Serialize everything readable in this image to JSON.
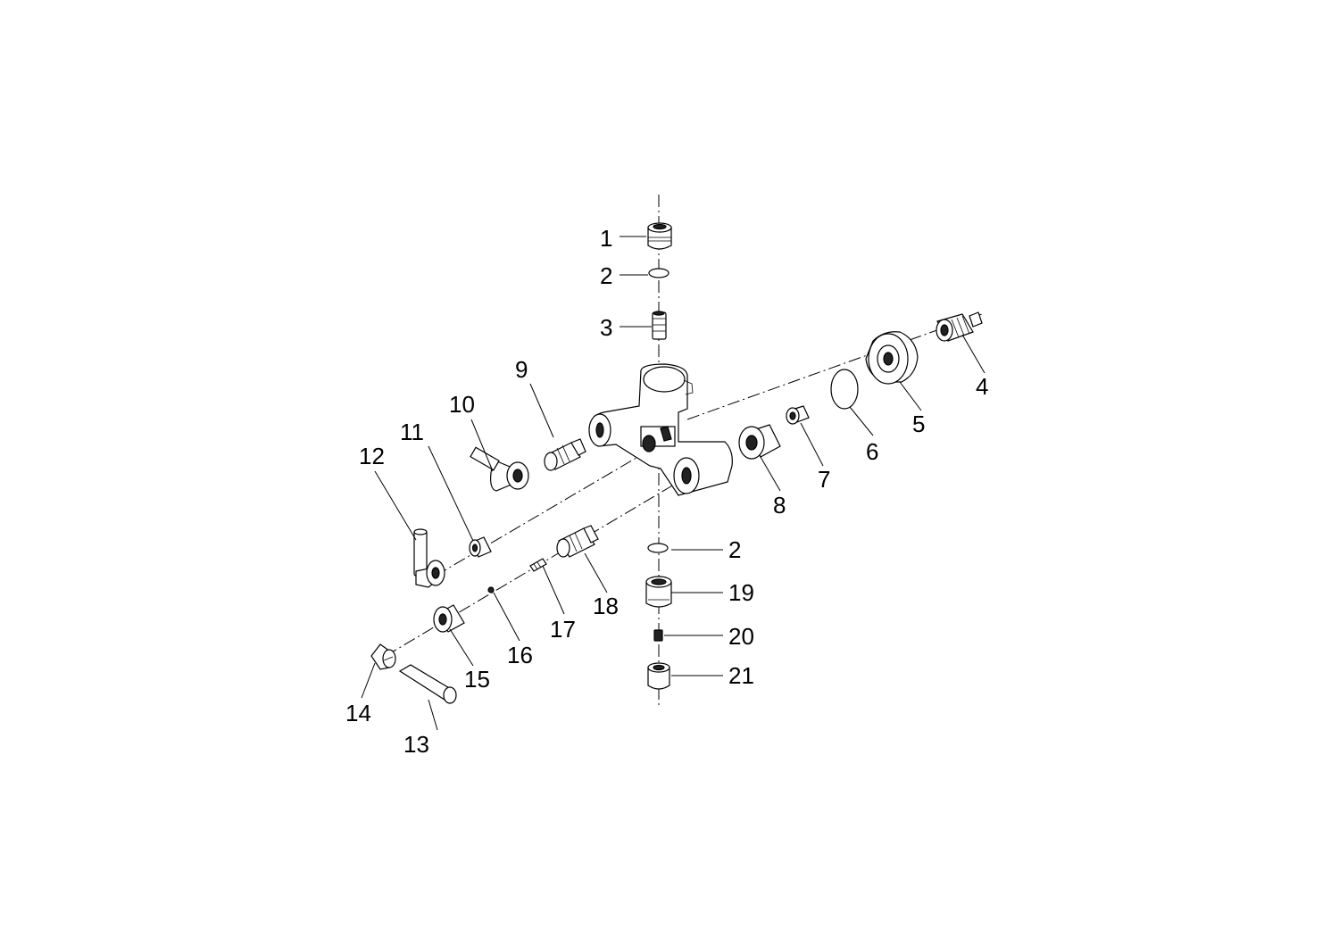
{
  "labels": {
    "p1": "1",
    "p2a": "2",
    "p2b": "2",
    "p3": "3",
    "p4": "4",
    "p5": "5",
    "p6": "6",
    "p7": "7",
    "p8": "8",
    "p9": "9",
    "p10": "10",
    "p11": "11",
    "p12": "12",
    "p13": "13",
    "p14": "14",
    "p15": "15",
    "p16": "16",
    "p17": "17",
    "p18": "18",
    "p19": "19",
    "p20": "20",
    "p21": "21"
  },
  "colors": {
    "line": "#000000",
    "background": "#ffffff"
  }
}
